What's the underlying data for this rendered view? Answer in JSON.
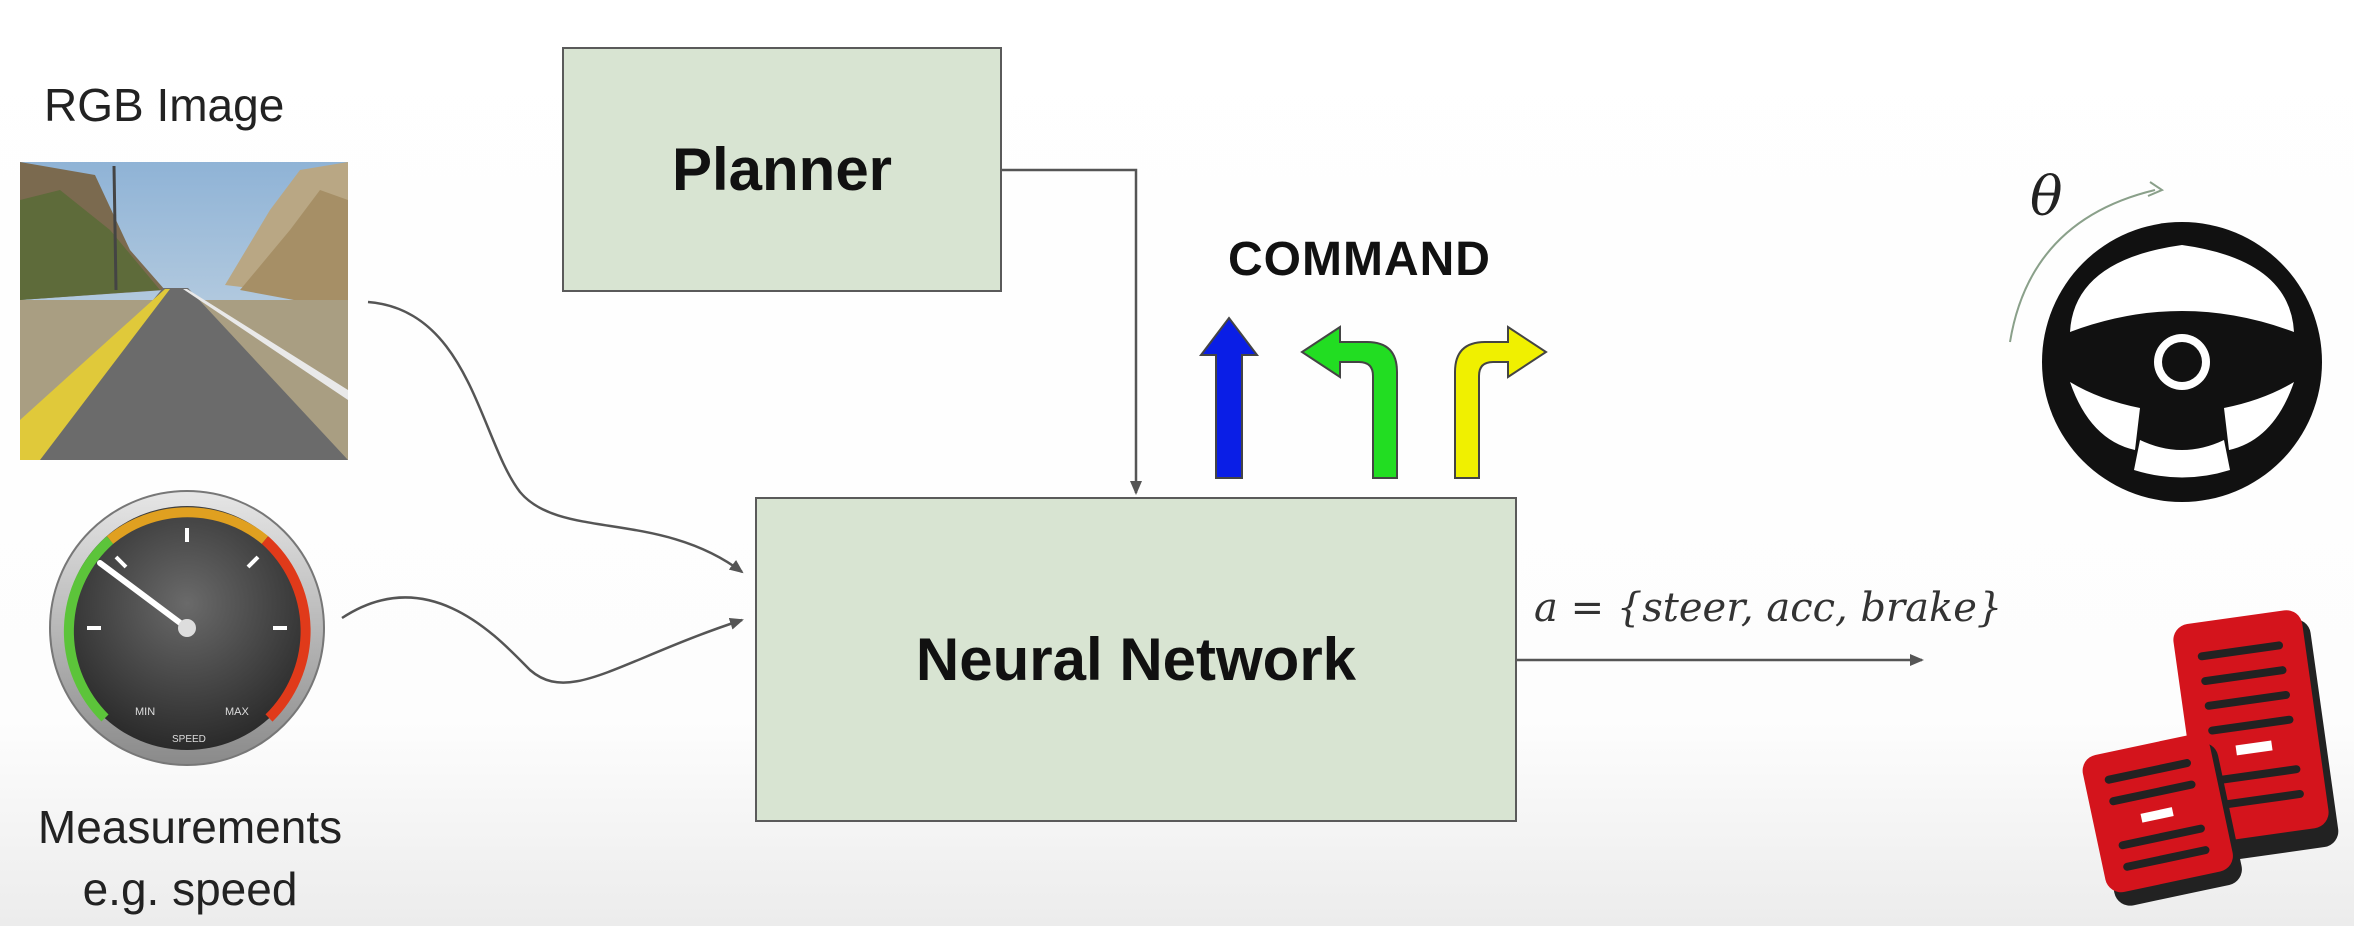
{
  "diagram": {
    "rgb_image_label": "RGB Image",
    "measurements_label_line1": "Measurements",
    "measurements_label_line2": "e.g. speed",
    "planner_label": "Planner",
    "command_label": "COMMAND",
    "neural_network_label": "Neural Network",
    "action_label": "a = {steer, acc, brake}",
    "steering_angle_symbol": "θ",
    "speedometer": {
      "min_label": "MIN",
      "max_label": "MAX",
      "unit_label": "SPEED"
    },
    "command_arrows": [
      {
        "icon": "straight-arrow-icon",
        "color": "#0a1ee6"
      },
      {
        "icon": "turn-left-arrow-icon",
        "color": "#22dd22"
      },
      {
        "icon": "turn-right-arrow-icon",
        "color": "#f0f000"
      }
    ],
    "colors": {
      "box_fill": "#d8e4d2",
      "box_border": "#5a5a5a",
      "pedal_red": "#d4141c"
    }
  }
}
